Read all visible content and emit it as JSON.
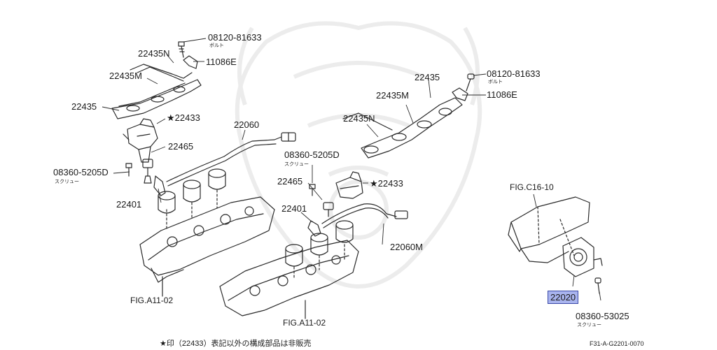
{
  "parts": {
    "p1": "08120-81633",
    "p1_sub": "ボルト",
    "p2": "22435N",
    "p3": "11086E",
    "p4": "22435M",
    "p5": "22435",
    "p6": "★22433",
    "p7": "22060",
    "p8": "22465",
    "p9": "08360-5205D",
    "p9_sub": "スクリュー",
    "p10": "22401",
    "p11": "22435",
    "p12": "08120-81633",
    "p12_sub": "ボルト",
    "p13": "22435M",
    "p14": "11086E",
    "p15": "22435N",
    "p16": "08360-5205D",
    "p16_sub": "スクリュー",
    "p17": "22465",
    "p18": "★22433",
    "p19": "22401",
    "p20": "22060M",
    "p21": "FIG.C16-10",
    "p22": "22020",
    "p23": "08360-53025",
    "p23_sub": "スクリュー",
    "p24": "FIG.A11-02",
    "p25": "FIG.A11-02"
  },
  "footer": {
    "note": "★印（22433）表記以外の構成部品は非販売",
    "code": "F31-A-G2201-0070"
  },
  "colors": {
    "highlight": "#a9b4ee",
    "line": "#2a2a2a",
    "watermark": "#ececec"
  }
}
